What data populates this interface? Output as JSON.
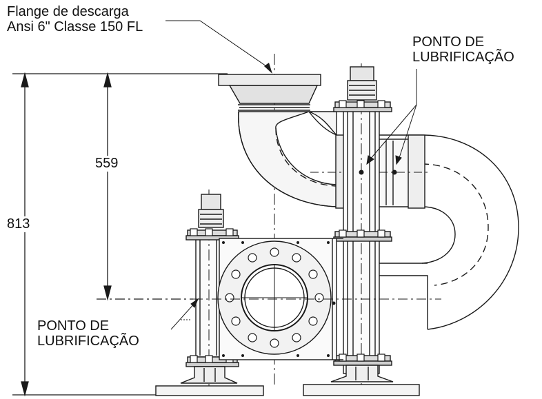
{
  "labels": {
    "discharge_flange_line1": "Flange de descarga",
    "discharge_flange_line2": "Ansi 6\" Classe 150 FL",
    "lube_point_top_line1": "PONTO DE",
    "lube_point_top_line2": "LUBRIFICAÇÃO",
    "lube_point_bottom_line1": "PONTO DE",
    "lube_point_bottom_line2": "LUBRIFICAÇÃO"
  },
  "dimensions": {
    "inner_height": "559",
    "total_height": "813"
  },
  "colors": {
    "stroke": "#1a1a1a",
    "fill_metal": "#e6e6e6",
    "fill_light": "#f2f2f2",
    "background": "#ffffff"
  }
}
